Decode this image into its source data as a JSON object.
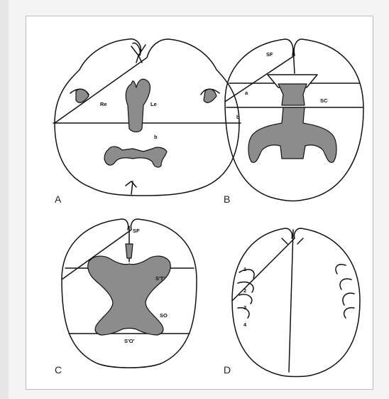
{
  "colors": {
    "page_bg": "#f4f4f4",
    "frame_border": "#bdbdbd",
    "ink": "#111111",
    "shade": "#8c8c8c"
  },
  "panels": {
    "a": {
      "letter": "A",
      "labels": {
        "re": "Re",
        "le": "Le",
        "b": "b"
      }
    },
    "b": {
      "letter": "B",
      "labels": {
        "sf": "SF",
        "a": "a",
        "b": "b",
        "sc": "SC"
      }
    },
    "c": {
      "letter": "C",
      "labels": {
        "sf": "SF",
        "syt": "S'T'",
        "so": "SO",
        "sd": "S'O'"
      }
    },
    "d": {
      "letter": "D",
      "labels": {
        "n1": "1",
        "n2": "2",
        "n3": "3",
        "n4": "4"
      }
    }
  }
}
